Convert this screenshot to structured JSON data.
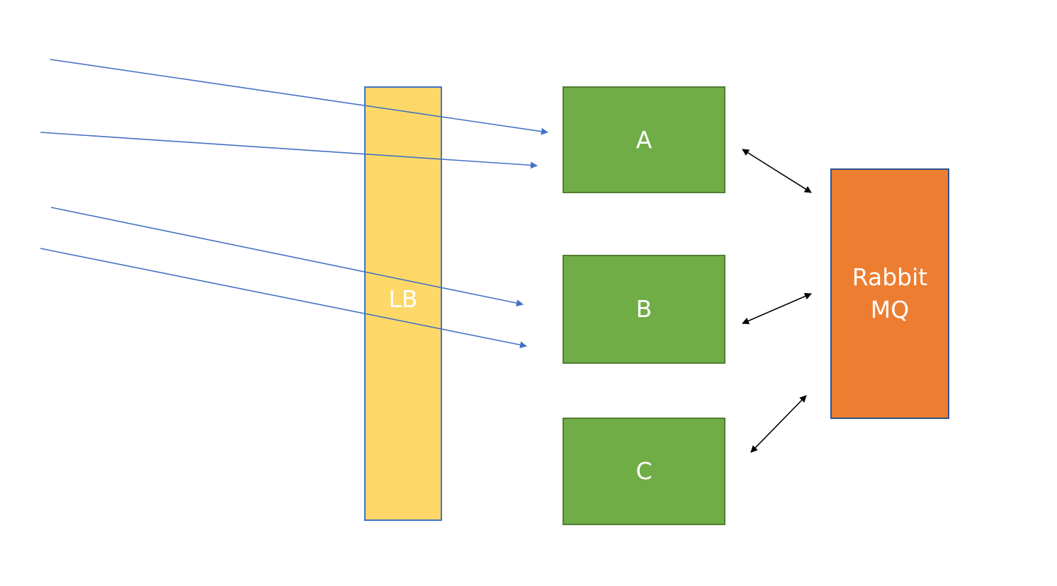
{
  "nodes": {
    "load_balancer": {
      "label": "LB",
      "fill": "#fdd868"
    },
    "service_a": {
      "label": "A",
      "fill": "#70ad47"
    },
    "service_b": {
      "label": "B",
      "fill": "#70ad47"
    },
    "service_c": {
      "label": "C",
      "fill": "#70ad47"
    },
    "rabbitmq": {
      "label": "Rabbit\nMQ",
      "fill": "#ed7d31"
    }
  },
  "edges": {
    "incoming_color": "#4472c4",
    "link_color": "#000000",
    "incoming": [
      {
        "from": "external",
        "to": "service_a"
      },
      {
        "from": "external",
        "to": "service_a"
      },
      {
        "from": "external",
        "to": "service_b"
      },
      {
        "from": "external",
        "to": "service_b"
      }
    ],
    "bidirectional": [
      {
        "from": "service_a",
        "to": "rabbitmq"
      },
      {
        "from": "service_b",
        "to": "rabbitmq"
      },
      {
        "from": "service_c",
        "to": "rabbitmq"
      }
    ]
  }
}
